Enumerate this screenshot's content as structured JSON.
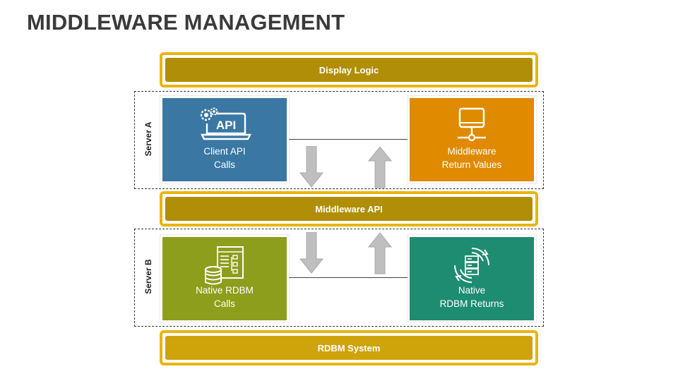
{
  "title": "MIDDLEWARE MANAGEMENT",
  "bars": {
    "display_logic": "Display Logic",
    "middleware_api": "Middleware API",
    "rdbm_system": "RDBM System"
  },
  "servers": {
    "a": "Server A",
    "b": "Server B"
  },
  "boxes": {
    "client_api": {
      "line1": "Client API",
      "line2": "Calls",
      "icon_text": "API"
    },
    "middleware_return": {
      "line1": "Middleware",
      "line2": "Return Values"
    },
    "native_calls": {
      "line1": "Native RDBM",
      "line2": "Calls"
    },
    "native_returns": {
      "line1": "Native",
      "line2": "RDBM Returns"
    }
  },
  "colors": {
    "gold_border": "#e8b50f",
    "bar_dark": "#b08e07",
    "bar_light": "#cfa30a",
    "blue": "#3a77a3",
    "orange": "#e08a00",
    "olive": "#8d9d1c",
    "teal": "#1e8c70",
    "arrow": "#bfbfbf"
  }
}
